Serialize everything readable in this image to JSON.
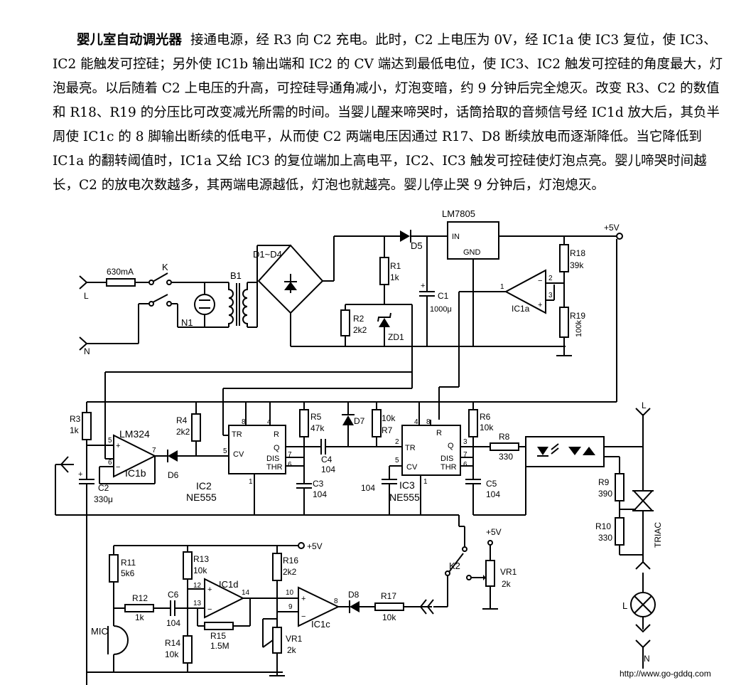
{
  "description": {
    "title": "婴儿室自动调光器",
    "body": "接通电源，经 R3 向 C2 充电。此时，C2 上电压为 0V，经 IC1a 使 IC3 复位，使 IC3、IC2 能触发可控硅；另外使 IC1b 输出端和 IC2 的 CV 端达到最低电位，使 IC3、IC2 触发可控硅的角度最大，灯泡最亮。以后随着 C2 上电压的升高，可控硅导通角减小，灯泡变暗，约 9 分钟后完全熄灭。改变 R3、C2 的数值和 R18、R19 的分压比可改变减光所需的时间。当婴儿醒来啼哭时，话筒拾取的音频信号经 IC1d 放大后，其负半周使 IC1c 的 8 脚输出断续的低电平，从而使 C2 两端电压因通过 R17、D8 断续放电而逐渐降低。当它降低到 IC1a 的翻转阈值时，IC1a 又给 IC3 的复位端加上高电平，IC2、IC3 触发可控硅使灯泡点亮。婴儿啼哭时间越长，C2 的放电次数越多，其两端电源越低，灯泡也就越亮。婴儿停止哭 9 分钟后，灯泡熄灭。"
  },
  "labels": {
    "lm7805": "LM7805",
    "in": "IN",
    "gnd": "GND",
    "plus5v": "+5V",
    "fuse": "630mA",
    "k": "K",
    "b1": "B1",
    "l_in": "L",
    "n_in": "N",
    "n1": "N1",
    "d1d4": "D1~D4",
    "d5": "D5",
    "r1": "R1",
    "r1v": "1k",
    "r2": "R2",
    "r2v": "2k2",
    "zd1": "ZD1",
    "c1": "C1",
    "c1v": "1000μ",
    "r18": "R18",
    "r18v": "39k",
    "r19": "R19",
    "r19v": "100k",
    "ic1a": "IC1a",
    "p2": "2",
    "p3": "3",
    "p1": "1",
    "r3": "R3",
    "r3v": "1k",
    "lm324": "LM324",
    "ic1b": "IC1b",
    "p5": "5",
    "p6": "6",
    "p7": "7",
    "d6": "D6",
    "c2": "C2",
    "c2v": "330μ",
    "r4": "R4",
    "r4v": "2k2",
    "tr": "TR",
    "q": "Q",
    "r": "R",
    "cv": "CV",
    "dis": "DIS",
    "thr": "THR",
    "p8": "8",
    "p4": "4",
    "p7b": "7",
    "p6b": "6",
    "p2b": "2",
    "p1b": "1",
    "ic2": "IC2",
    "ne555": "NE555",
    "r5": "R5",
    "r5v": "47k",
    "c3": "C3",
    "c3v": "104",
    "c4": "C4",
    "c4v": "104",
    "d7": "D7",
    "r7v": "10k",
    "r7": "R7",
    "ic3": "IC3",
    "c104": "104",
    "r6": "R6",
    "r6v": "10k",
    "c5": "C5",
    "c5v": "104",
    "r8": "R8",
    "r8v": "330",
    "r9": "R9",
    "r9v": "390",
    "r10": "R10",
    "r10v": "330",
    "triac": "TRIAC",
    "l_out": "L",
    "lamp": "L",
    "n_out": "N",
    "r11": "R11",
    "r11v": "5k6",
    "r12": "R12",
    "r12v": "1k",
    "c6": "C6",
    "c6v": "104",
    "r13": "R13",
    "r13v": "10k",
    "r14": "R14",
    "r14v": "10k",
    "r15": "R15",
    "r15v": "1.5M",
    "ic1d": "IC1d",
    "p12": "12",
    "p13": "13",
    "p14": "14",
    "r16": "R16",
    "r16v": "2k2",
    "ic1c": "IC1c",
    "p10": "10",
    "p9": "9",
    "p8c": "8",
    "d8": "D8",
    "r17": "R17",
    "r17v": "10k",
    "vr1": "VR1",
    "vr1v": "2k",
    "k2": "K2",
    "vr1b": "VR1",
    "vr1bv": "2k",
    "mic": "MIC",
    "plus5v_b": "+5V",
    "plus5v_c": "+5V"
  },
  "footer": {
    "url": "http://www.go-gddq.com"
  }
}
